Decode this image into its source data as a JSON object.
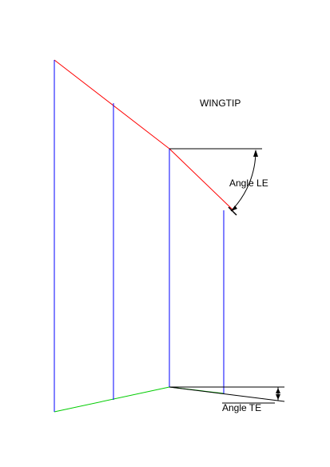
{
  "labels": {
    "wingtip": "WINGTIP",
    "angle_le": "Angle LE",
    "angle_te": "Angle TE"
  },
  "colors": {
    "background": "#ffffff",
    "leading_edge": "#ff0000",
    "trailing_edge": "#00cc00",
    "ribs": "#0000ff",
    "dimensions": "#000000"
  }
}
